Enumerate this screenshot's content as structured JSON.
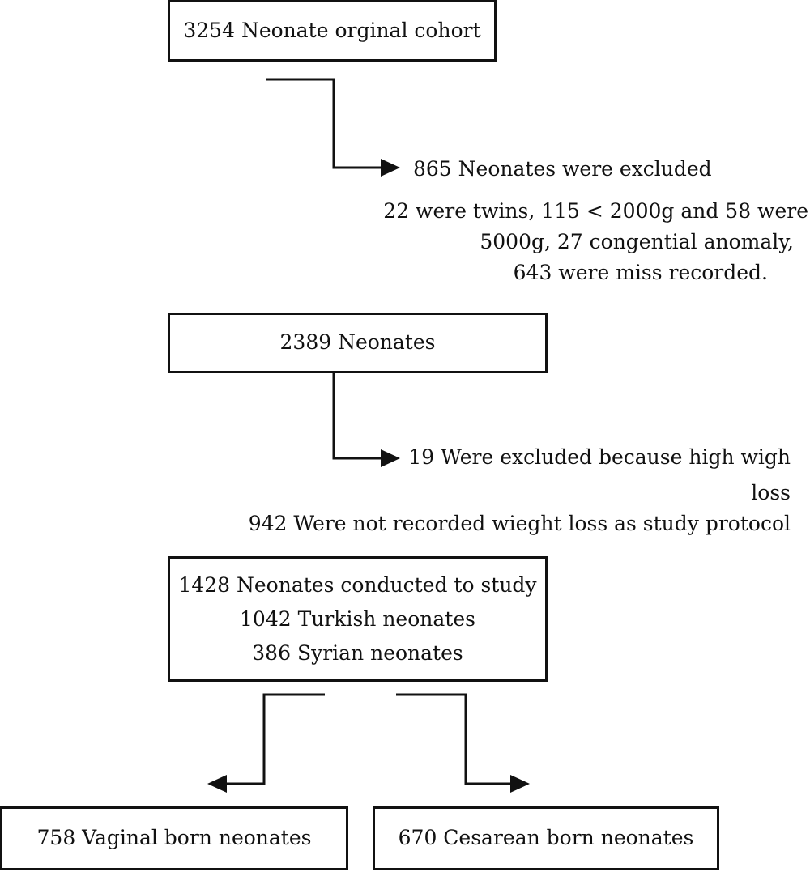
{
  "nodes": {
    "cohort": {
      "label": "3254 Neonate orginal cohort"
    },
    "neonates_2389": {
      "label": "2389 Neonates"
    },
    "study": {
      "lines": [
        "1428 Neonates conducted to study",
        "1042 Turkish neonates",
        "386 Syrian neonates"
      ]
    },
    "vaginal": {
      "label": "758 Vaginal born neonates"
    },
    "cesarean": {
      "label": "670 Cesarean born neonates"
    }
  },
  "exclusions": {
    "first": {
      "title": "865 Neonates were excluded",
      "details": [
        "22 were twins, 115 < 2000g and 58 were",
        "5000g, 27 congential anomaly,",
        "643 were miss recorded."
      ]
    },
    "second": {
      "lines": [
        "19 Were excluded because high wigh",
        "loss",
        "942 Were not recorded wieght loss as study protocol"
      ]
    }
  },
  "colors": {
    "stroke": "#111111",
    "background": "#ffffff"
  }
}
